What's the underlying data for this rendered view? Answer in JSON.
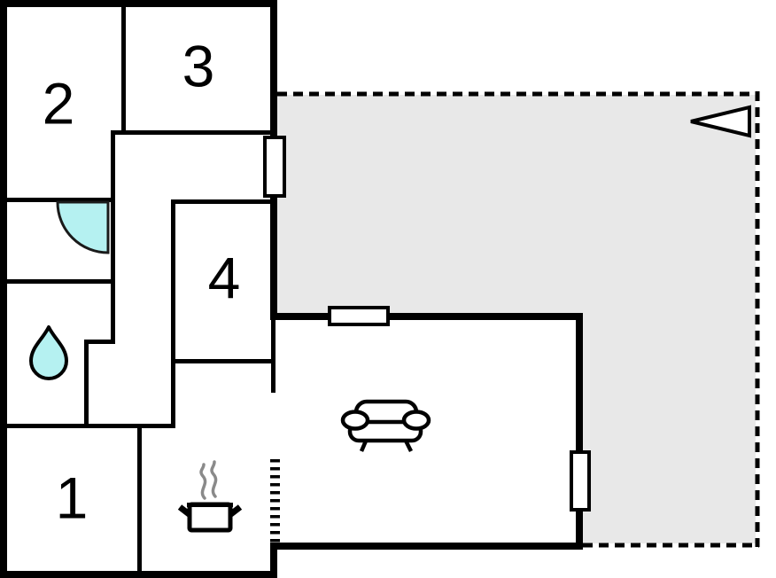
{
  "floorplan": {
    "title": "apartment-floor-plan",
    "rooms": [
      {
        "id": "room-1",
        "label": "1"
      },
      {
        "id": "room-2",
        "label": "2"
      },
      {
        "id": "room-3",
        "label": "3"
      },
      {
        "id": "room-4",
        "label": "4"
      }
    ],
    "icons": [
      "entrance-arrow-icon",
      "door-swing-icon",
      "water-drop-icon",
      "cooking-pot-icon",
      "steam-icon",
      "sofa-icon",
      "stairs-dashes-icon",
      "window-marker"
    ],
    "colors": {
      "wall": "#000000",
      "fixture_fill": "#b5f1f1",
      "terrace_fill": "#e8e8e8",
      "steam_stroke": "#8a8a8a",
      "paper": "#ffffff"
    }
  }
}
